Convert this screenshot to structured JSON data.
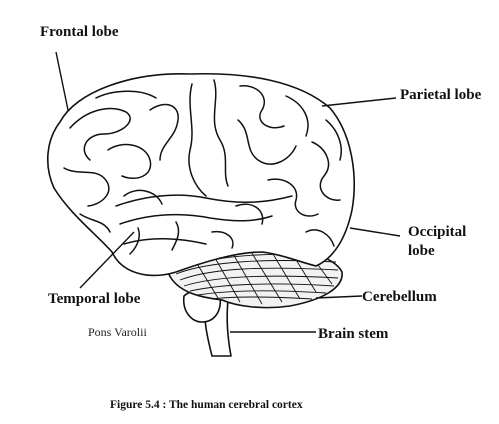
{
  "labels": {
    "frontal": "Frontal lobe",
    "parietal": "Parietal lobe",
    "occipital_line1": "Occipital",
    "occipital_line2": "lobe",
    "temporal": "Temporal lobe",
    "cerebellum": "Cerebellum",
    "pons": "Pons Varolii",
    "brain_stem": "Brain stem"
  },
  "caption": "Figure 5.4 : The human cerebral cortex",
  "colors": {
    "ink": "#111111",
    "background": "#ffffff"
  }
}
